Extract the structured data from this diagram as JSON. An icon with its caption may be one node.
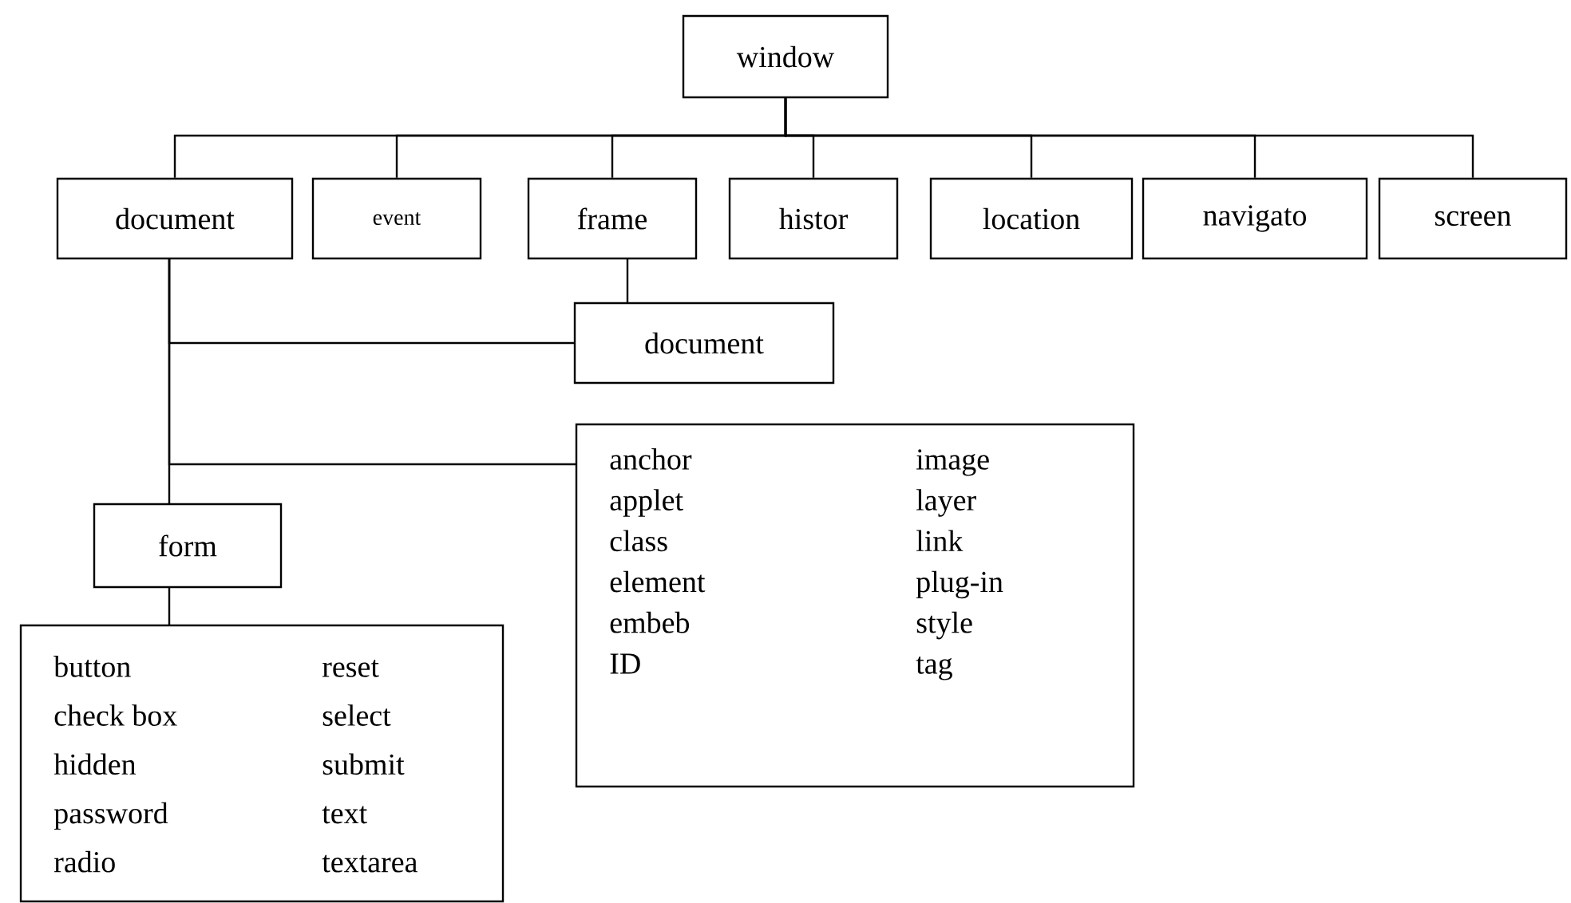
{
  "diagram": {
    "nodes": [
      {
        "text": [
          "window"
        ]
      },
      {
        "text": [
          "document"
        ]
      },
      {
        "text": [
          "event"
        ]
      },
      {
        "text": [
          "frame"
        ]
      },
      {
        "text": [
          "histor"
        ]
      },
      {
        "text": [
          "location"
        ]
      },
      {
        "text": [
          "navigato"
        ]
      },
      {
        "text": [
          "screen"
        ]
      },
      {
        "text": [
          "document"
        ]
      },
      {
        "text": [
          "anchor",
          "applet",
          "class",
          "element",
          "embeb",
          "ID",
          "image",
          "layer",
          "link",
          "plug-in",
          "style",
          "tag"
        ]
      },
      {
        "text": [
          "form"
        ]
      },
      {
        "text": [
          "button",
          "check box",
          "hidden",
          "password",
          "radio",
          "reset",
          "select",
          "submit",
          "text",
          "textarea"
        ]
      }
    ],
    "edges": [
      {
        "from": 0,
        "to": 1,
        "arrow": "none"
      },
      {
        "from": 0,
        "to": 2,
        "arrow": "none"
      },
      {
        "from": 0,
        "to": 3,
        "arrow": "none"
      },
      {
        "from": 0,
        "to": 4,
        "arrow": "none"
      },
      {
        "from": 0,
        "to": 5,
        "arrow": "none"
      },
      {
        "from": 0,
        "to": 6,
        "arrow": "none"
      },
      {
        "from": 0,
        "to": 7,
        "arrow": "none"
      },
      {
        "from": 3,
        "to": 8,
        "arrow": "none"
      },
      {
        "from": 1,
        "to": 8,
        "arrow": "none"
      },
      {
        "from": 1,
        "to": 9,
        "arrow": "none"
      },
      {
        "from": 1,
        "to": 10,
        "arrow": "none"
      },
      {
        "from": 10,
        "to": 11,
        "arrow": "none"
      }
    ]
  }
}
